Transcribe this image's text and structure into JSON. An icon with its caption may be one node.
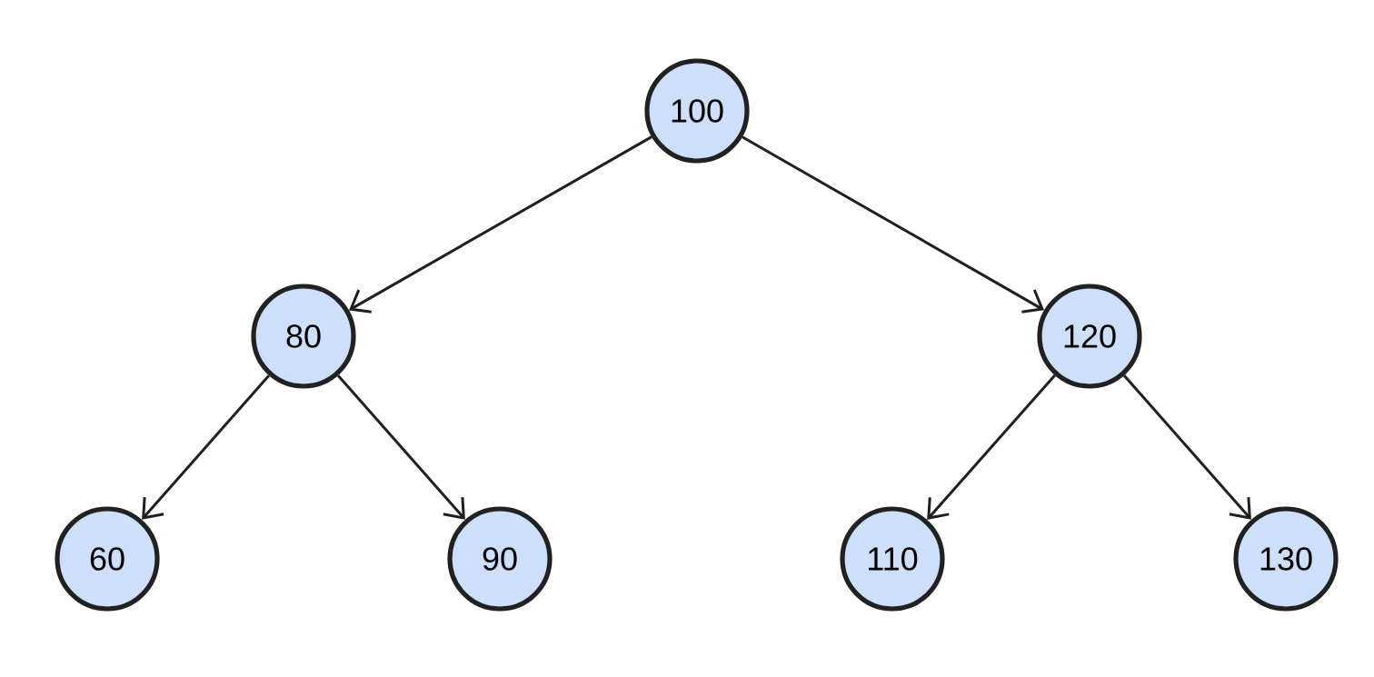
{
  "diagram": {
    "nodes": [
      {
        "text": [
          "100"
        ]
      },
      {
        "text": [
          "80"
        ]
      },
      {
        "text": [
          "120"
        ]
      },
      {
        "text": [
          "60"
        ]
      },
      {
        "text": [
          "90"
        ]
      },
      {
        "text": [
          "110"
        ]
      },
      {
        "text": [
          "130"
        ]
      }
    ],
    "edges": [
      {
        "from": 0,
        "to": 1,
        "arrow": "to"
      },
      {
        "from": 0,
        "to": 2,
        "arrow": "to"
      },
      {
        "from": 1,
        "to": 3,
        "arrow": "to"
      },
      {
        "from": 1,
        "to": 4,
        "arrow": "to"
      },
      {
        "from": 2,
        "to": 5,
        "arrow": "to"
      },
      {
        "from": 2,
        "to": 6,
        "arrow": "to"
      }
    ]
  }
}
